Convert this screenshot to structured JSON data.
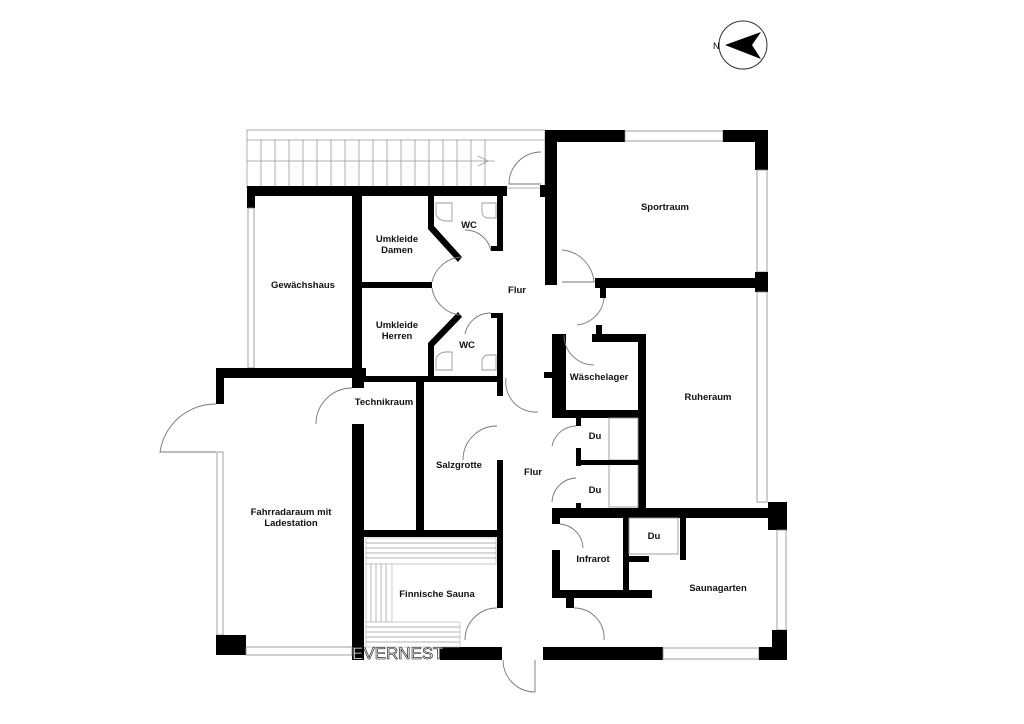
{
  "floorplan": {
    "compass": {
      "label": "N",
      "direction": "left"
    },
    "watermark": "EVERNEST",
    "rooms": {
      "gewaechshaus": "Gewächshaus",
      "umkleide_damen": [
        "Umkleide",
        "Damen"
      ],
      "umkleide_herren": [
        "Umkleide",
        "Herren"
      ],
      "wc_top": "WC",
      "wc_bottom": "WC",
      "flur_top": "Flur",
      "flur_bottom": "Flur",
      "sportraum": "Sportraum",
      "ruheraum": "Ruheraum",
      "waeschelager": "Wäschelager",
      "du_1": "Du",
      "du_2": "Du",
      "du_3": "Du",
      "technikraum": "Technikraum",
      "salzgrotte": "Salzgrotte",
      "fahrradaraum": [
        "Fahrradaraum mit",
        "Ladestation"
      ],
      "finnische_sauna": "Finnische Sauna",
      "infrarot": "Infrarot",
      "saunagarten": "Saunagarten"
    }
  }
}
